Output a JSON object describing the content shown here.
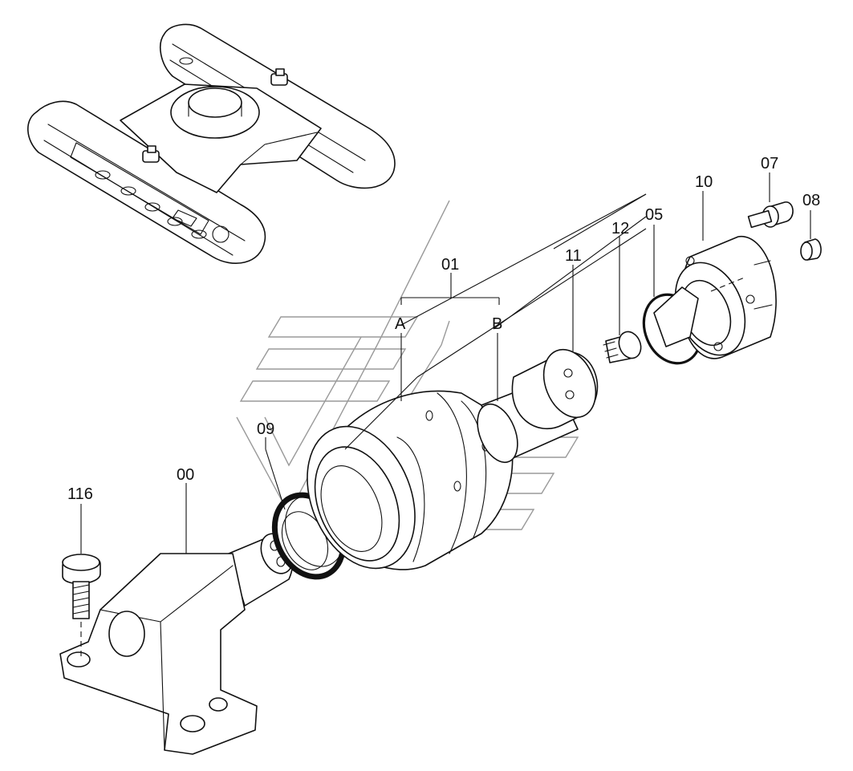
{
  "callouts": {
    "c00": "00",
    "c01": "01",
    "cA": "A",
    "cB": "B",
    "c05": "05",
    "c07": "07",
    "c08": "08",
    "c09": "09",
    "c10": "10",
    "c11": "11",
    "c12": "12",
    "c116": "116"
  }
}
